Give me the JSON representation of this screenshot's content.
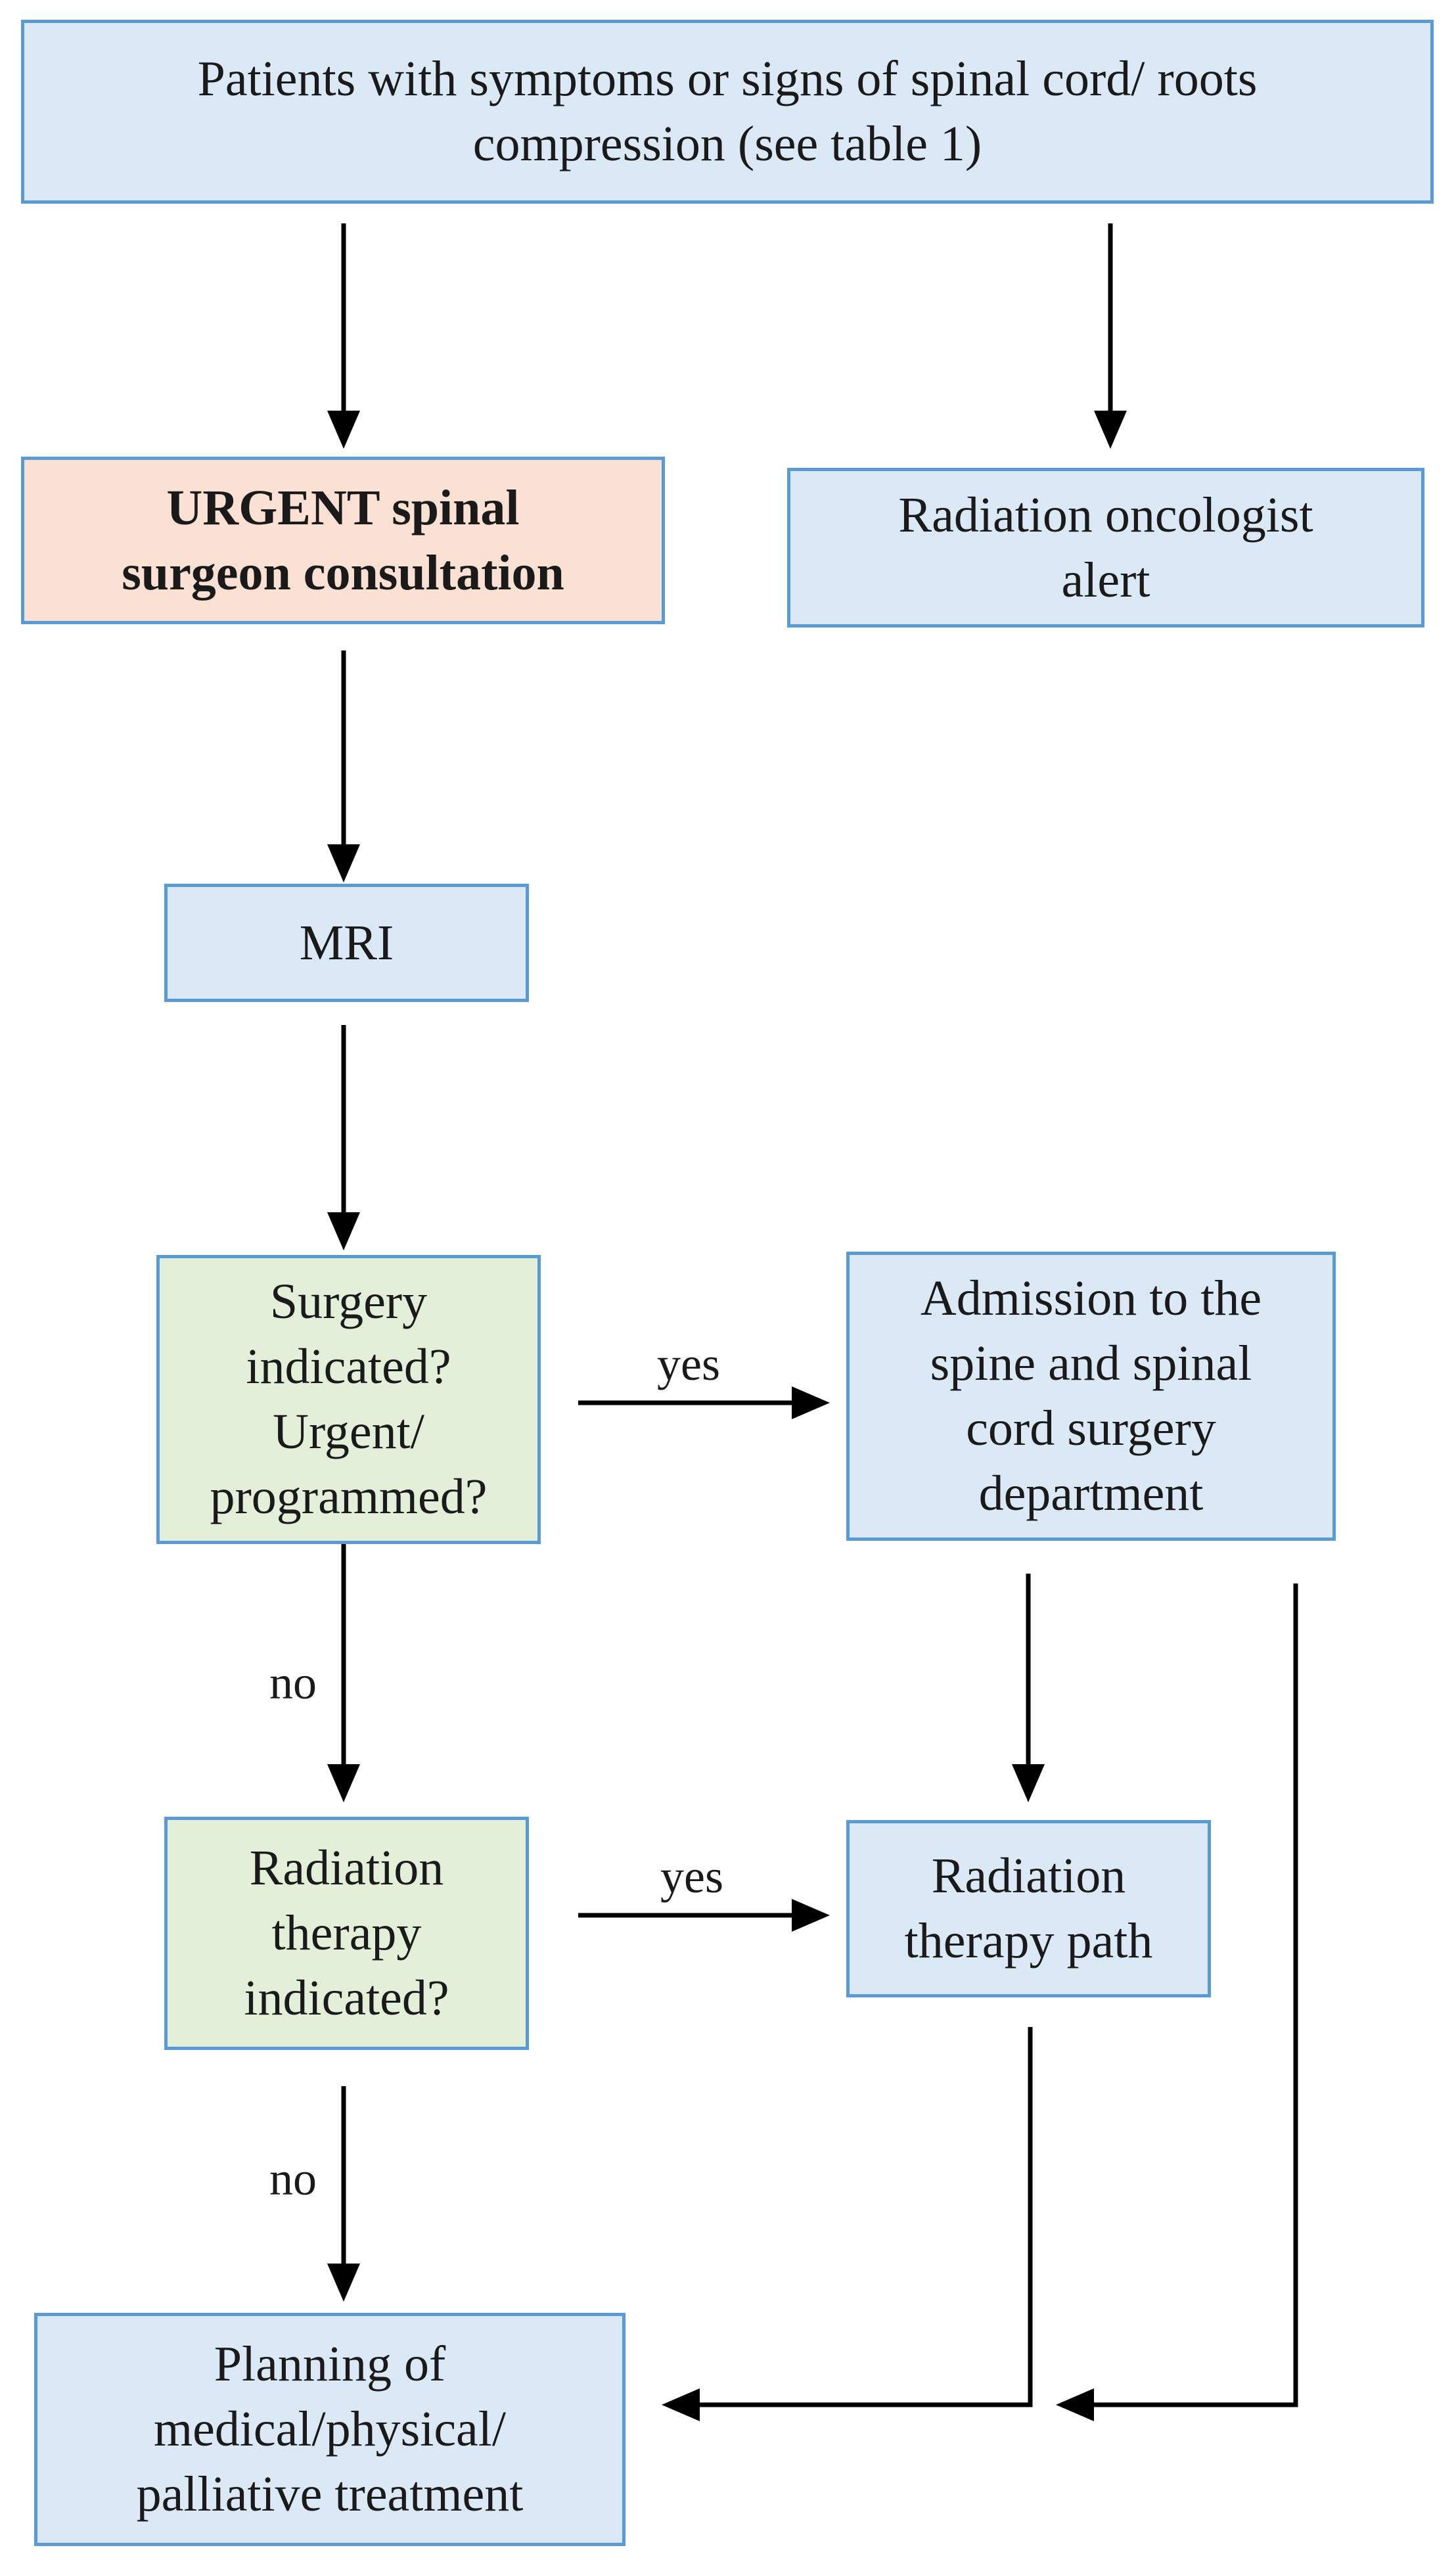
{
  "nodes": {
    "patients": {
      "lines": [
        "Patients with symptoms or signs of spinal cord/ roots",
        "compression (see table 1)"
      ],
      "fill": "#dbe9f6"
    },
    "urgent": {
      "lines": [
        "URGENT spinal",
        "surgeon consultation"
      ],
      "fill": "#fbe1d3"
    },
    "radiation_alert": {
      "lines": [
        "Radiation oncologist",
        "alert"
      ],
      "fill": "#dbe9f6"
    },
    "mri": {
      "lines": [
        "MRI"
      ],
      "fill": "#dbe9f6"
    },
    "surgery_q": {
      "lines": [
        "Surgery",
        "indicated?",
        "Urgent/",
        "programmed?"
      ],
      "fill": "#e3efd9"
    },
    "admission": {
      "lines": [
        "Admission to the",
        "spine and spinal",
        "cord surgery",
        "department"
      ],
      "fill": "#dbe9f6"
    },
    "radiation_q": {
      "lines": [
        "Radiation",
        "therapy",
        "indicated?"
      ],
      "fill": "#e3efd9"
    },
    "radiation_path": {
      "lines": [
        "Radiation",
        "therapy path"
      ],
      "fill": "#dbe9f6"
    },
    "planning": {
      "lines": [
        "Planning of",
        "medical/physical/",
        "palliative treatment"
      ],
      "fill": "#dbe9f6"
    }
  },
  "edges": {
    "yes_1": "yes",
    "no_1": "no",
    "yes_2": "yes",
    "no_2": "no"
  },
  "colors": {
    "border": "#5b9bd5",
    "arrow": "#000000"
  }
}
